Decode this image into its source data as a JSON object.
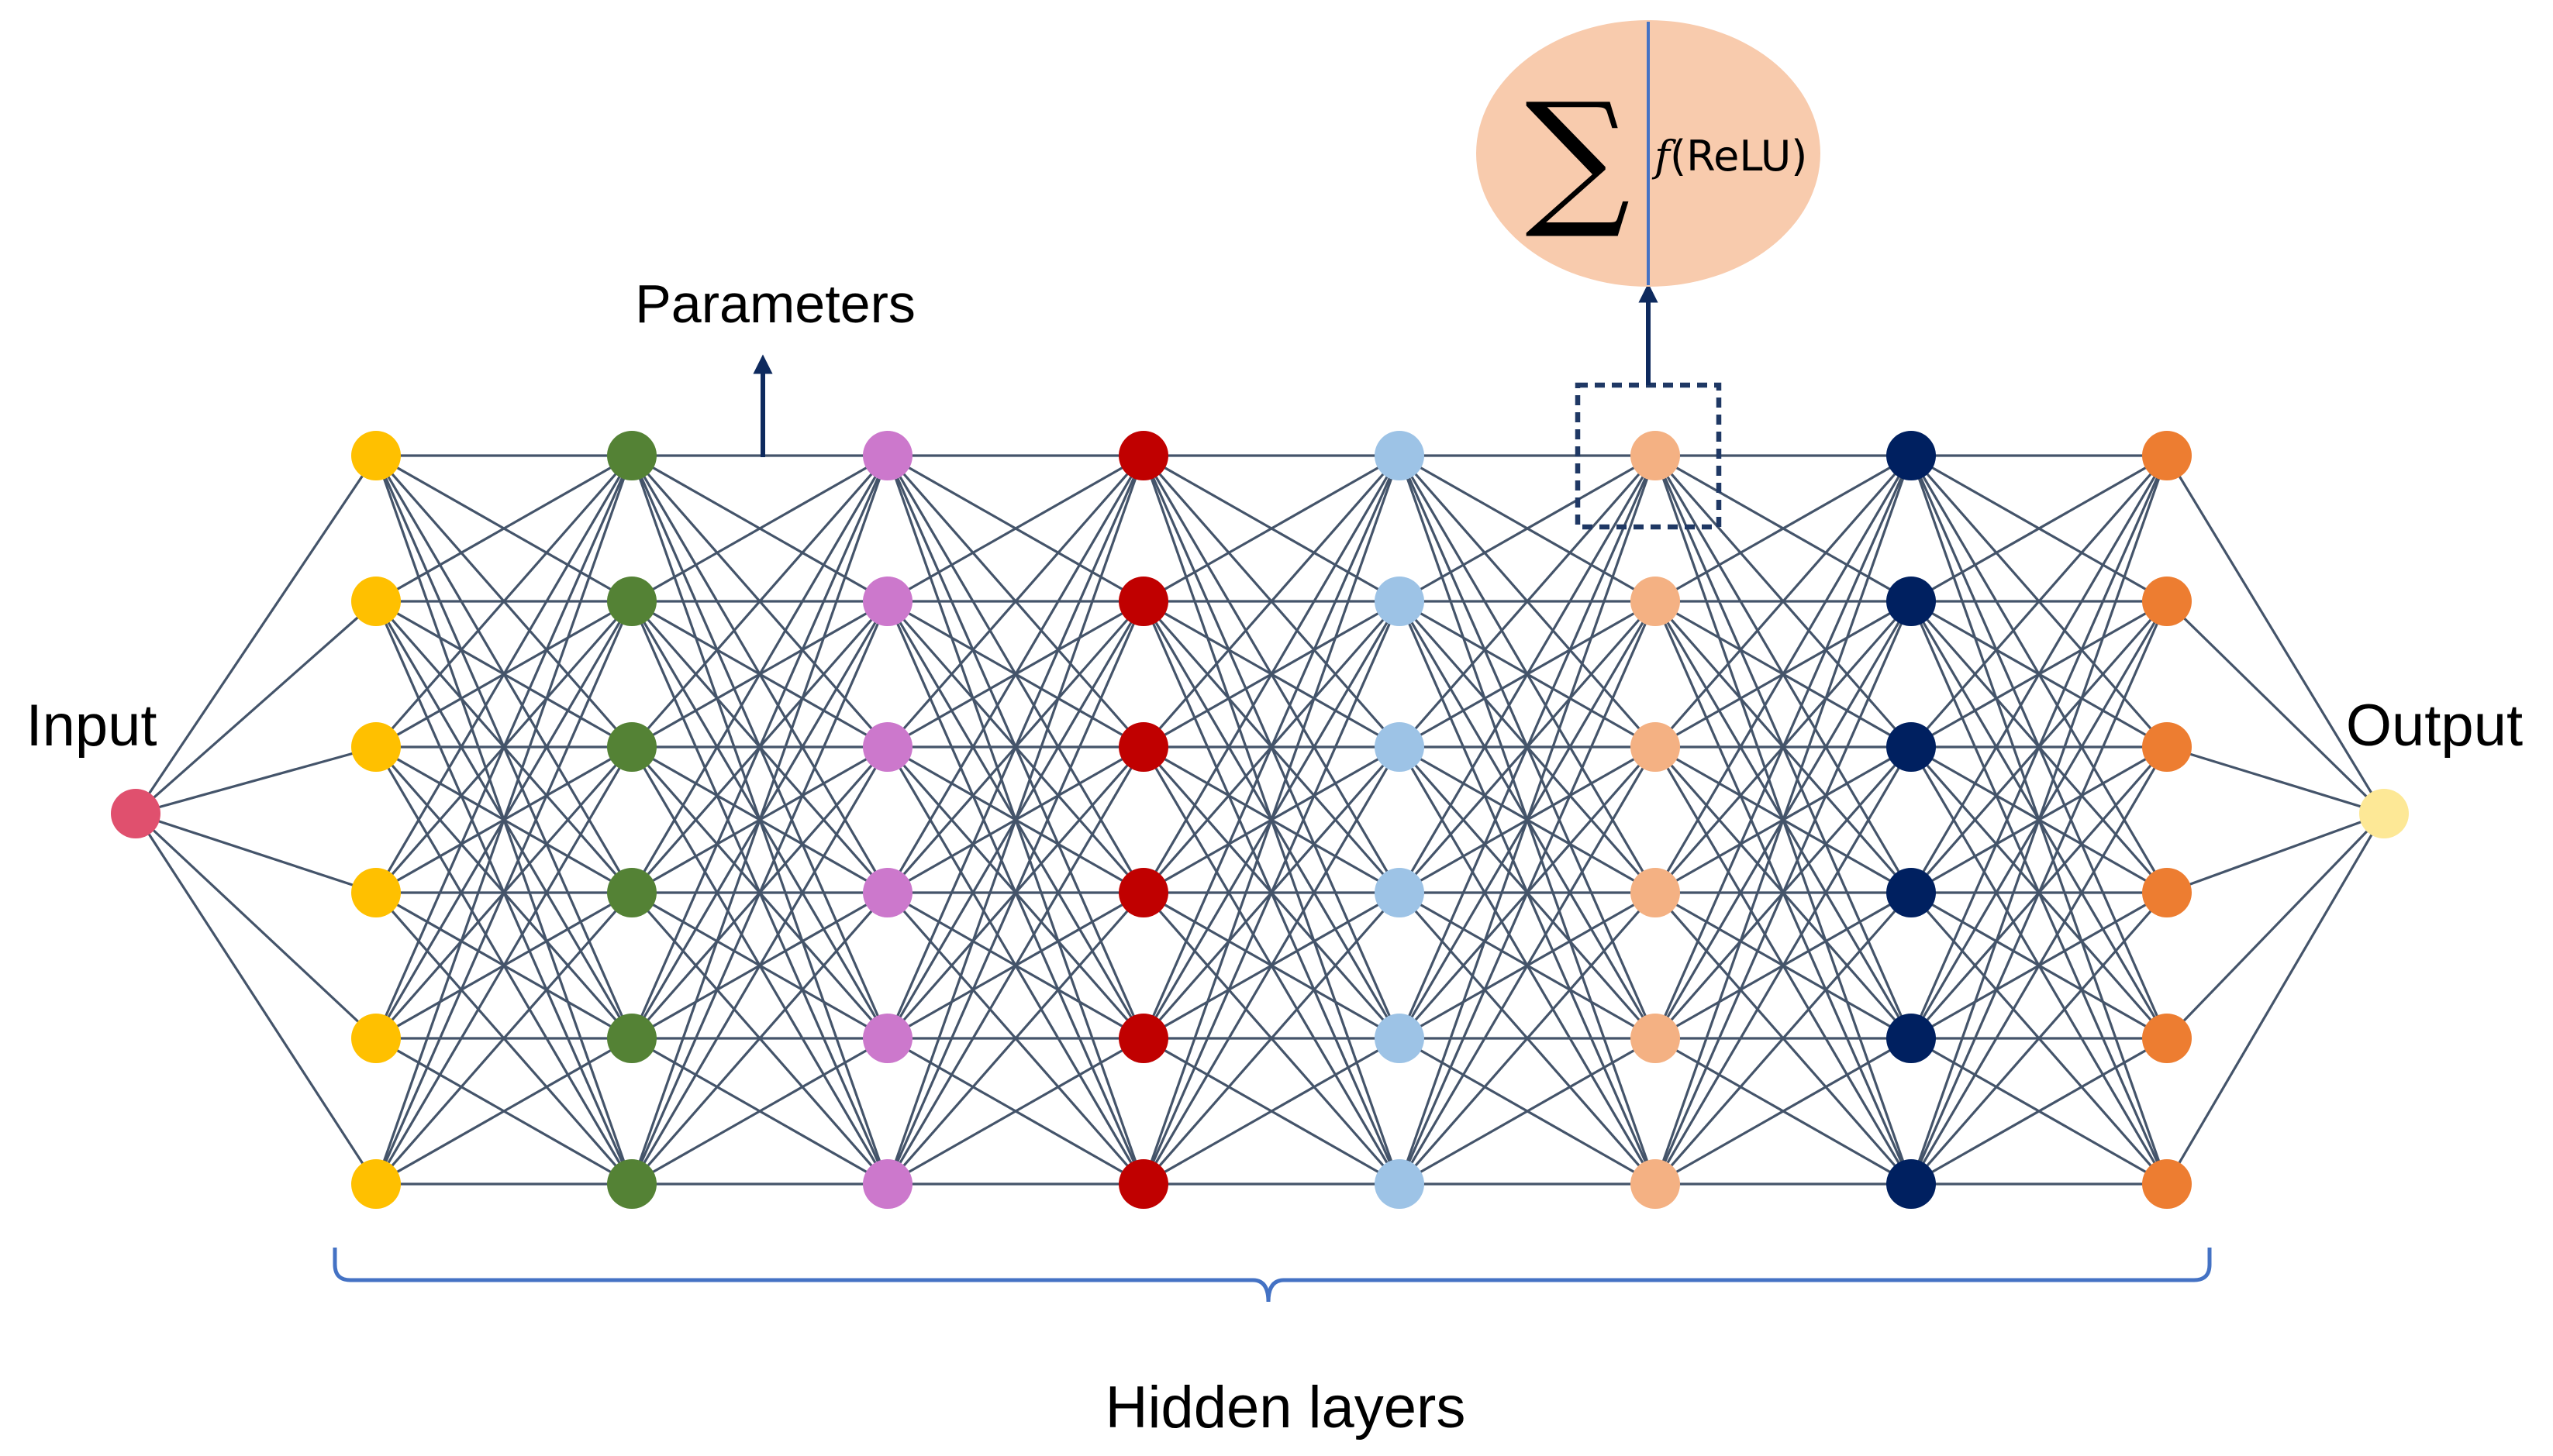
{
  "labels": {
    "input": "Input",
    "output": "Output",
    "parameters": "Parameters",
    "hidden_layers": "Hidden layers"
  },
  "neuron_detail": {
    "sum_symbol": "∑",
    "function_symbol": "f",
    "activation": "(ReLU)"
  },
  "network": {
    "input_nodes": 1,
    "hidden_layer_count": 8,
    "nodes_per_hidden_layer": 6,
    "output_nodes": 1
  },
  "colors": {
    "input_node": "#e0506e",
    "output_node": "#fde896",
    "hidden_layers": [
      "#ffc000",
      "#548235",
      "#cc78cc",
      "#c00000",
      "#9dc3e6",
      "#f4b183",
      "#002060",
      "#ed7d31"
    ],
    "edges": "#44546a",
    "neuron_bubble": "#f8cbad",
    "arrows": "#0e2a5e",
    "brace": "#4472c4"
  }
}
